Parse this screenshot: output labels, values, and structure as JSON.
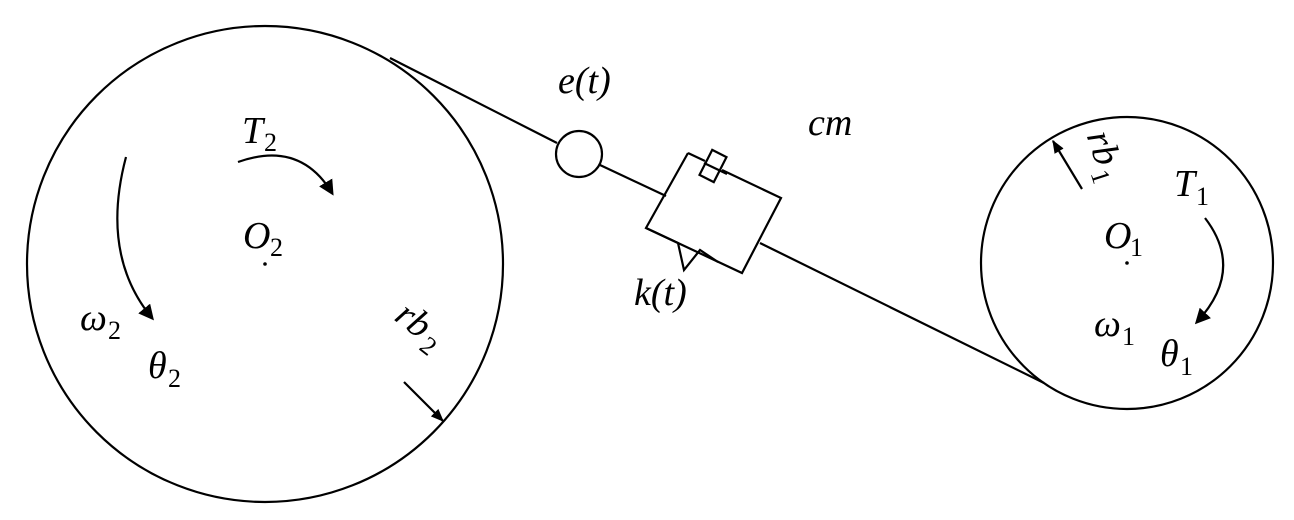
{
  "diagram": {
    "labels": {
      "e_t": "e(t)",
      "cm": "cm",
      "k_t": "k(t)",
      "T2": "T",
      "T2_sub": "2",
      "O2": "O",
      "O2_sub": "2",
      "omega2": "ω",
      "omega2_sub": "2",
      "theta2": "θ",
      "theta2_sub": "2",
      "rb2": "rb",
      "rb2_sub": "2",
      "rb1": "rb",
      "rb1_sub": "1",
      "T1": "T",
      "T1_sub": "1",
      "O1": "O",
      "O1_sub": "1",
      "omega1": "ω",
      "omega1_sub": "1",
      "theta1": "θ",
      "theta1_sub": "1"
    },
    "colors": {
      "stroke": "#000000",
      "background": "#ffffff"
    }
  }
}
